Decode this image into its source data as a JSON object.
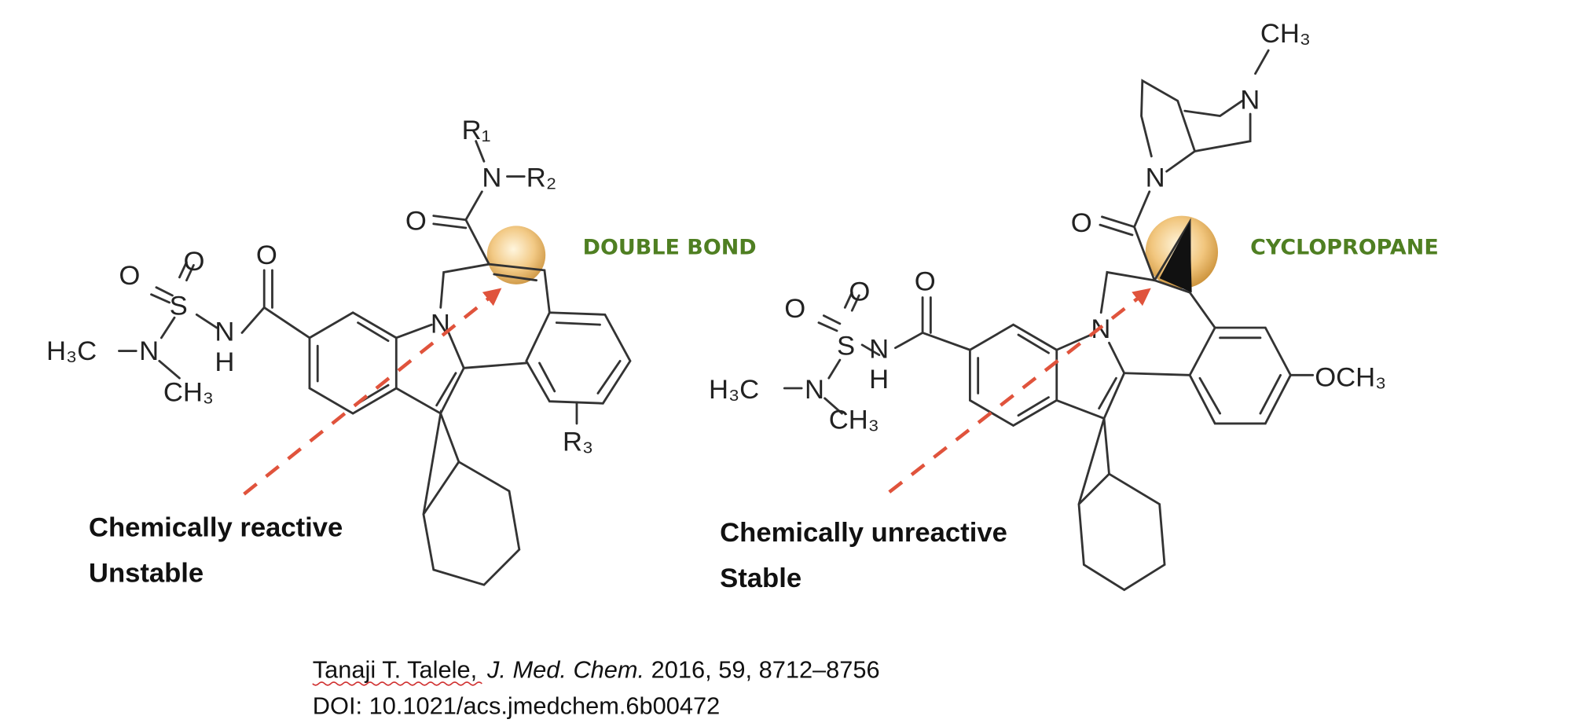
{
  "colors": {
    "label_green": "#4f7f22",
    "arrow_red": "#e0533c",
    "highlight_orange": "#e0a040"
  },
  "left_molecule": {
    "atoms": {
      "o1": "O",
      "o2": "O",
      "s": "S",
      "n_sulf": "N",
      "h3c": "H₃C",
      "ch3": "CH₃",
      "nh_n": "N",
      "nh_h": "H",
      "o_amide": "O",
      "n_indole": "N",
      "o_carbonyl": "O",
      "n_amide": "N",
      "r1": "R₁",
      "r2": "R₂",
      "r3": "R₃"
    },
    "highlight_label": "DOUBLE BOND",
    "note_line1": "Chemically reactive",
    "note_line2": "Unstable"
  },
  "right_molecule": {
    "atoms": {
      "o1": "O",
      "o2": "O",
      "s": "S",
      "n_sulf": "N",
      "h3c": "H₃C",
      "ch3": "CH₃",
      "nh_n": "N",
      "nh_h": "H",
      "o_amide": "O",
      "n_indole": "N",
      "o_carbonyl": "O",
      "n_bicyclic": "N",
      "n_methyl": "N",
      "ch3_top": "CH₃",
      "och3": "OCH₃"
    },
    "highlight_label": "CYCLOPROPANE",
    "note_line1": "Chemically unreactive",
    "note_line2": "Stable"
  },
  "citation": {
    "author": "Tanaji T. Talele,",
    "journal": "J. Med. Chem.",
    "details": " 2016, 59, 8712–8756",
    "doi": "DOI: 10.1021/acs.jmedchem.6b00472"
  }
}
